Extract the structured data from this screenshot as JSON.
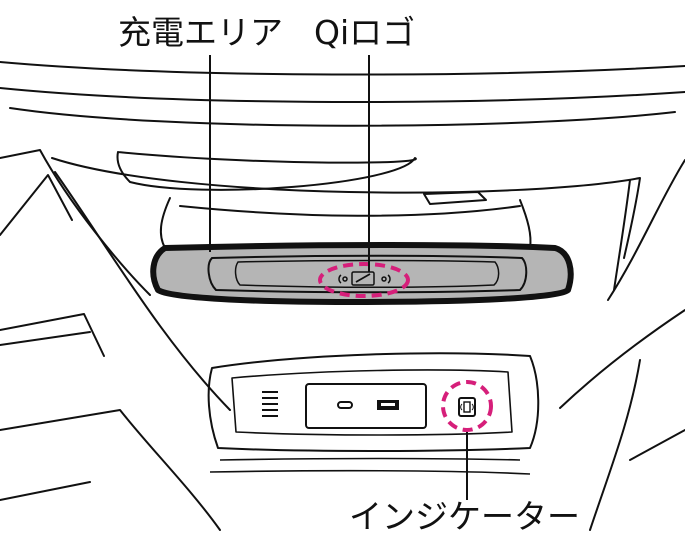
{
  "labels": {
    "charging_area": "充電エリア",
    "qi_logo": "Qiロゴ",
    "indicator": "インジケーター"
  },
  "colors": {
    "line": "#111111",
    "charging_pad": "#b5b5b5",
    "highlight": "#d61f7a",
    "background": "#ffffff"
  },
  "icons": {
    "qi_logo": "qi-wireless-charging-logo",
    "indicator": "wireless-charging-indicator-icon",
    "usb_c_port": "usb-type-c-port",
    "usb_a_port": "usb-type-a-port",
    "vent": "vent-grille"
  }
}
